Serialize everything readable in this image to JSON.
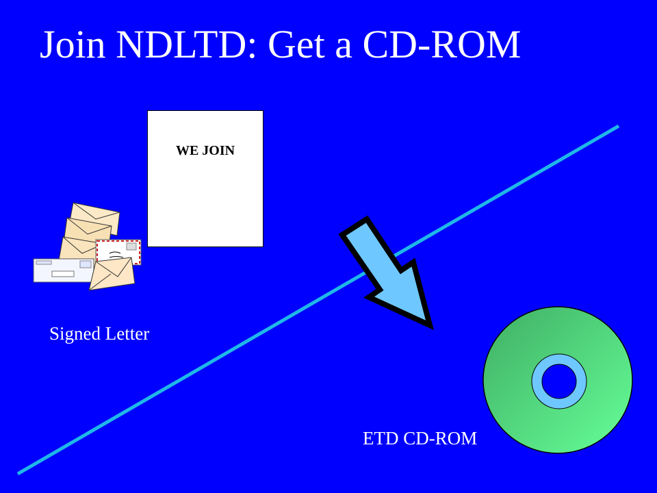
{
  "slide": {
    "title": "Join NDLTD: Get a CD-ROM",
    "letter_text": "WE JOIN",
    "left_label": "Signed Letter",
    "right_label": "ETD CD-ROM"
  },
  "icons": {
    "envelopes": "envelopes-icon",
    "letter": "letter-document-icon",
    "arrow": "down-right-arrow-icon",
    "disc": "cd-rom-icon"
  },
  "colors": {
    "background": "#0000ff",
    "divider": "#1fb8e8",
    "arrow_fill": "#6ec8ff",
    "disc_green": "#52c878",
    "disc_ring": "#6ec8ff"
  }
}
